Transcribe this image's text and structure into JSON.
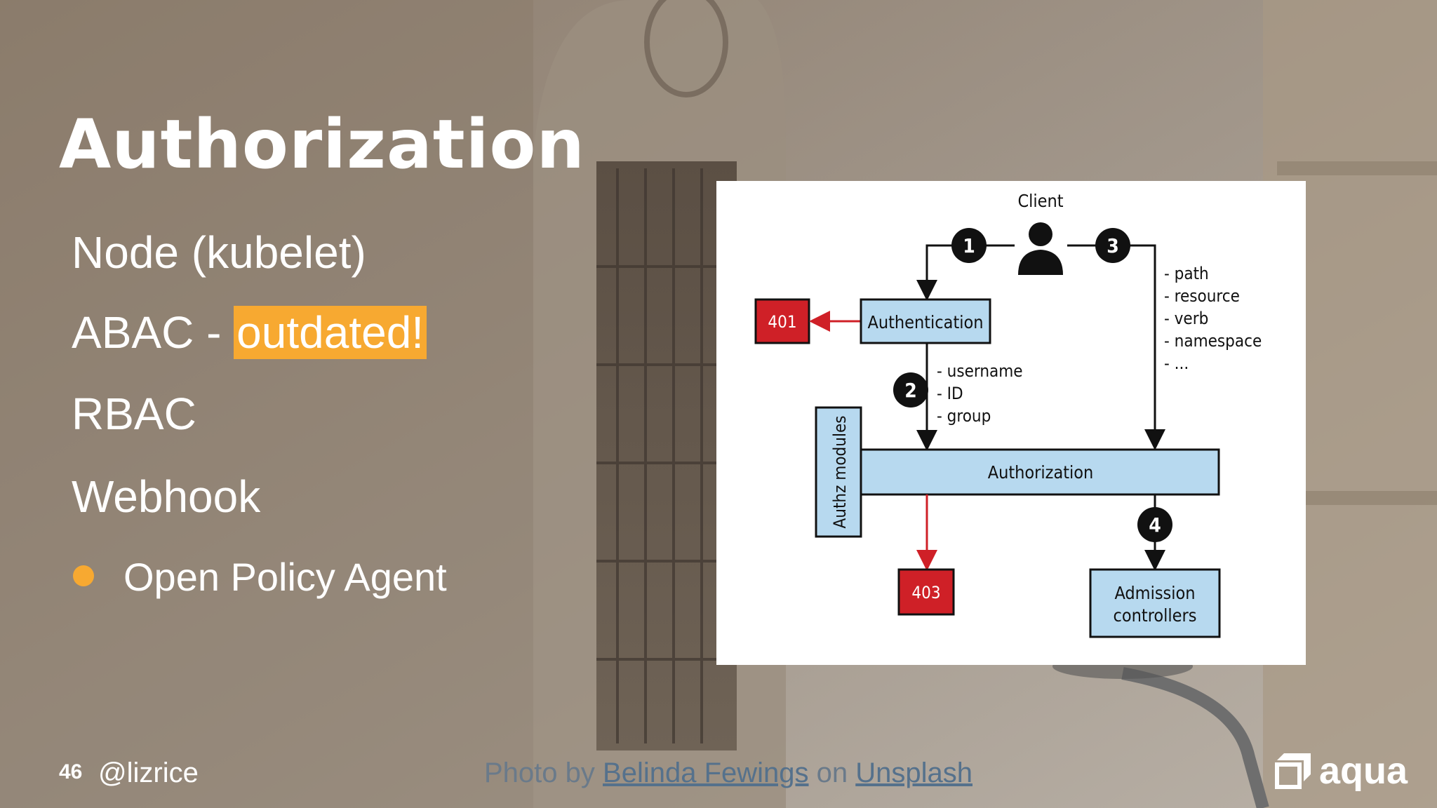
{
  "slide": {
    "title": "Authorization",
    "items": [
      "Node (kubelet)",
      "ABAC - ",
      "RBAC",
      "Webhook"
    ],
    "abac_highlight": "outdated!",
    "sub_item": "Open Policy Agent",
    "accent_color": "#f7a931"
  },
  "footer": {
    "slide_number": "46",
    "handle": "@lizrice",
    "credit_prefix": "Photo by ",
    "credit_author": "Belinda Fewings",
    "credit_mid": " on ",
    "credit_site": "Unsplash",
    "logo_text": "aqua"
  },
  "diagram": {
    "client_label": "Client",
    "steps": [
      "1",
      "2",
      "3",
      "4"
    ],
    "auth_box": "Authentication",
    "authz_box": "Authorization",
    "authz_modules": "Authz modules",
    "admission": [
      "Admission",
      "controllers"
    ],
    "code_401": "401",
    "code_403": "403",
    "auth_attrs": [
      "- username",
      "- ID",
      "- group"
    ],
    "request_attrs": [
      "- path",
      "- resource",
      "- verb",
      "- namespace",
      "- ..."
    ],
    "colors": {
      "box_fill": "#b7d9ef",
      "error_fill": "#cf2027",
      "arrow_red": "#cf2027"
    }
  }
}
